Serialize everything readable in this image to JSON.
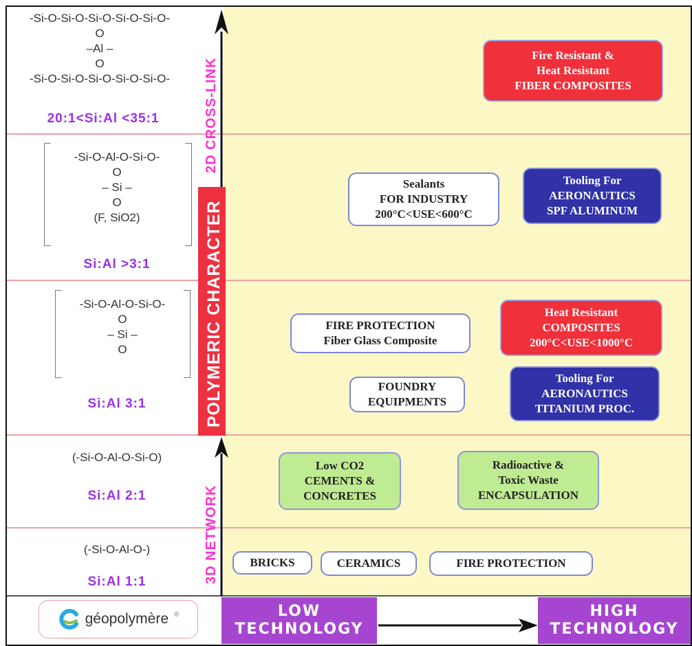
{
  "rows": [
    {
      "formula_lines": [
        "-Si-O-Si-O-Si-O-Si-O-Si-O-",
        "O",
        "–Al –",
        "O",
        "-Si-O-Si-O-Si-O-Si-O-Si-O-"
      ],
      "ratio": "20:1<Si:Al <35:1"
    },
    {
      "formula_lines": [
        "-Si-O-Al-O-Si-O-",
        "O",
        "– Si –",
        "O",
        "(F, SiO2)"
      ],
      "ratio": "Si:Al >3:1"
    },
    {
      "formula_lines": [
        "-Si-O-Al-O-Si-O-",
        "O",
        "– Si –",
        "O"
      ],
      "ratio": "Si:Al 3:1"
    },
    {
      "formula_lines": [
        "(-Si-O-Al-O-Si-O)"
      ],
      "ratio": "Si:Al 2:1"
    },
    {
      "formula_lines": [
        "(-Si-O-Al-O-)"
      ],
      "ratio": "Si:Al 1:1"
    }
  ],
  "axis_labels": {
    "cross_link": "2D CROSS-LINK",
    "network": "3D NETWORK",
    "polymeric": "POLYMERIC CHARACTER"
  },
  "applications": {
    "fire_heat_fiber": [
      "Fire Resistant &",
      "Heat Resistant",
      "FIBER COMPOSITES"
    ],
    "sealants": [
      "Sealants",
      "FOR INDUSTRY",
      "200°C<USE<600°C"
    ],
    "tooling_aluminum": [
      "Tooling For",
      "AERONAUTICS",
      "SPF ALUMINUM"
    ],
    "fire_protection_fiberglass": [
      "FIRE PROTECTION",
      "Fiber Glass Composite"
    ],
    "heat_composites": [
      "Heat Resistant",
      "COMPOSITES",
      "200°C<USE<1000°C"
    ],
    "foundry": [
      "FOUNDRY",
      "EQUIPMENTS"
    ],
    "tooling_titanium": [
      "Tooling For",
      "AERONAUTICS",
      "TITANIUM PROC."
    ],
    "low_co2": [
      "Low CO2",
      "CEMENTS &",
      "CONCRETES"
    ],
    "radioactive": [
      "Radioactive &",
      "Toxic Waste",
      "ENCAPSULATION"
    ],
    "bricks": "BRICKS",
    "ceramics": "CERAMICS",
    "fire_protection": "FIRE PROTECTION"
  },
  "footer": {
    "logo_text": "géopolymère",
    "logo_mark": "®",
    "low_tech": [
      "LOW",
      "TECHNOLOGY"
    ],
    "high_tech": [
      "HIGH",
      "TECHNOLOGY"
    ]
  },
  "colors": {
    "chart_background": "#fbf8c6",
    "ratio_text": "#9b30e8",
    "axis_label": "#ff33cc",
    "polymeric_band": "#ee3040",
    "red_box": "#f0303a",
    "blue_box": "#3131a8",
    "green_box": "#bfeb93",
    "technology_bar": "#a646d0"
  }
}
